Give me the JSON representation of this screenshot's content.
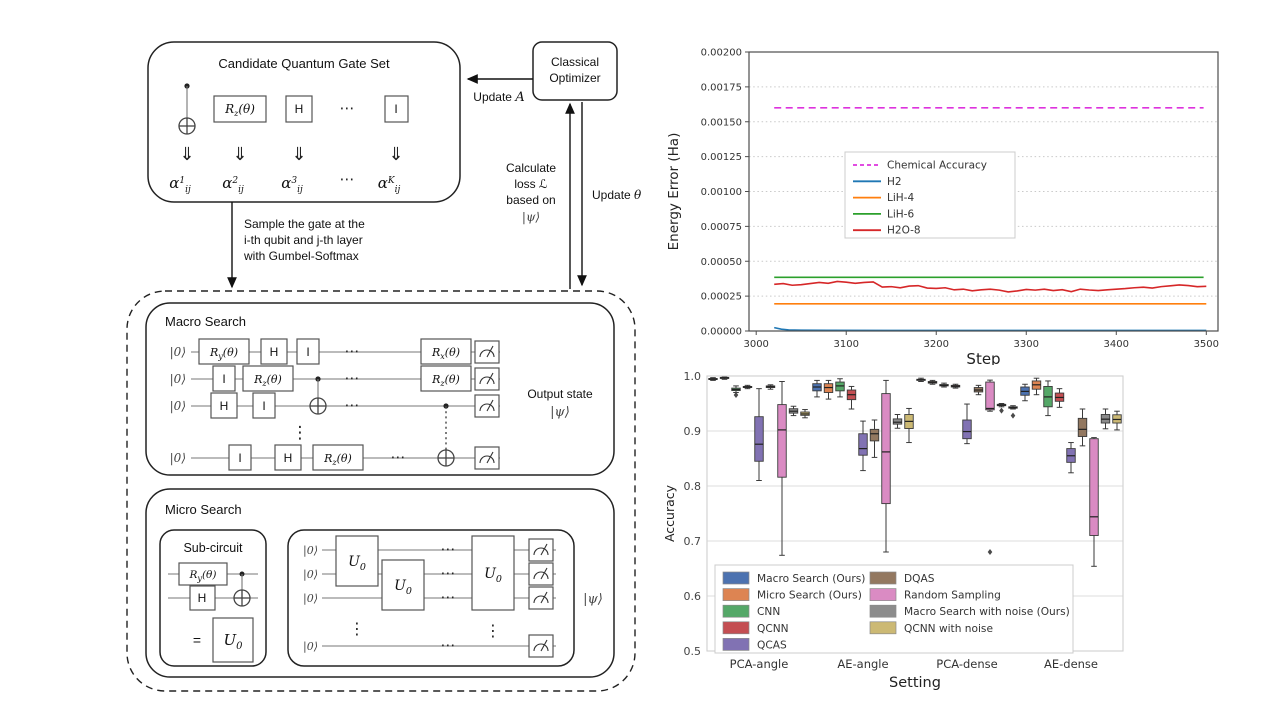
{
  "diagram": {
    "gateset": {
      "title": "Candidate Quantum Gate Set",
      "gate_rz": {
        "main": "R",
        "sub": "z",
        "arg": "(θ)"
      },
      "gate_h": "H",
      "gate_i": "I",
      "down_arrow": "⇓",
      "hdots": "⋯",
      "alpha_base": "α",
      "alphas": [
        {
          "sup": "1",
          "sub": "ij"
        },
        {
          "sup": "2",
          "sub": "ij"
        },
        {
          "sup": "3",
          "sub": "ij"
        },
        {
          "sup": "K",
          "sub": "ij"
        }
      ]
    },
    "optimizer": {
      "line1": "Classical",
      "line2": "Optimizer"
    },
    "arrows": {
      "update_arch_text": "Update",
      "update_arch_symbol": "A",
      "calc_loss_l1": "Calculate",
      "calc_loss_l2a": "loss",
      "calc_loss_l2b": "ℒ",
      "calc_loss_l3": "based on",
      "calc_loss_l4": "|ψ⟩",
      "update_theta_text": "Update",
      "update_theta_symbol": "θ",
      "sample_l1": "Sample the gate at the",
      "sample_l2": "i-th qubit and j-th layer",
      "sample_l3": "with Gumbel-Softmax"
    },
    "macro": {
      "title": "Macro Search",
      "ket0": "|0⟩",
      "gate_ry": {
        "main": "R",
        "sub": "y",
        "arg": "(θ)"
      },
      "gate_rz": {
        "main": "R",
        "sub": "z",
        "arg": "(θ)"
      },
      "gate_rx": {
        "main": "R",
        "sub": "x",
        "arg": "(θ)"
      },
      "gate_h": "H",
      "gate_i": "I",
      "hdots": "⋯",
      "vdots": "⋮",
      "output_l1": "Output state",
      "output_l2": "|ψ⟩"
    },
    "micro": {
      "title": "Micro Search",
      "subcircuit_title": "Sub-circuit",
      "gate_ry": {
        "main": "R",
        "sub": "y",
        "arg": "(θ)"
      },
      "gate_h": "H",
      "equals": "=",
      "u0": {
        "main": "U",
        "sub": "0"
      },
      "ket0": "|0⟩",
      "ketpsi": "|ψ⟩",
      "hdots": "⋯",
      "vdots": "⋮"
    }
  },
  "chart_data": [
    {
      "type": "line",
      "xlabel": "Step",
      "ylabel": "Energy Error (Ha)",
      "xlim": [
        2992,
        3513
      ],
      "ylim": [
        0,
        0.002
      ],
      "xticks": [
        3000,
        3100,
        3200,
        3300,
        3400,
        3500
      ],
      "yticks": [
        0,
        0.00025,
        0.0005,
        0.00075,
        0.001,
        0.00125,
        0.0015,
        0.00175,
        0.002
      ],
      "ytick_decimals": 5,
      "grid": "horizontal-dotted",
      "legend_position": "center-right",
      "series": [
        {
          "name": "Chemical Accuracy",
          "color": "#dd33dd",
          "dash": true,
          "x": [
            3020,
            3497
          ],
          "y": [
            0.0016,
            0.0016
          ]
        },
        {
          "name": "H2",
          "color": "#1f77b4",
          "dash": false,
          "x": [
            3020,
            3028,
            3036,
            3050,
            3080,
            3150,
            3300,
            3500
          ],
          "y": [
            2.4e-05,
            1.3e-05,
            8e-06,
            6e-06,
            5e-06,
            4e-06,
            4e-06,
            4e-06
          ]
        },
        {
          "name": "LiH-4",
          "color": "#ff7f0e",
          "dash": false,
          "x": [
            3020,
            3500
          ],
          "y": [
            0.000195,
            0.000195
          ]
        },
        {
          "name": "LiH-6",
          "color": "#2ca02c",
          "dash": false,
          "x": [
            3020,
            3497
          ],
          "y": [
            0.000385,
            0.000385
          ]
        },
        {
          "name": "H2O-8",
          "color": "#d62728",
          "dash": false,
          "x": [
            3020,
            3030,
            3040,
            3050,
            3060,
            3070,
            3080,
            3090,
            3100,
            3110,
            3120,
            3130,
            3140,
            3150,
            3160,
            3170,
            3180,
            3190,
            3200,
            3210,
            3220,
            3230,
            3240,
            3250,
            3260,
            3270,
            3280,
            3290,
            3300,
            3310,
            3320,
            3330,
            3340,
            3350,
            3360,
            3370,
            3380,
            3390,
            3400,
            3410,
            3420,
            3430,
            3440,
            3450,
            3460,
            3470,
            3480,
            3490,
            3500
          ],
          "y": [
            0.000335,
            0.00034,
            0.000328,
            0.000332,
            0.00034,
            0.000348,
            0.000342,
            0.000355,
            0.00035,
            0.000342,
            0.000348,
            0.000352,
            0.000315,
            0.000318,
            0.00031,
            0.000322,
            0.000325,
            0.000308,
            0.000305,
            0.00031,
            0.000295,
            0.0003,
            0.000288,
            0.000295,
            0.0003,
            0.000293,
            0.00028,
            0.000287,
            0.000298,
            0.000293,
            0.0003,
            0.00029,
            0.000296,
            0.000282,
            0.0003,
            0.000294,
            0.00029,
            0.000295,
            0.0003,
            0.000304,
            0.00031,
            0.000314,
            0.000308,
            0.000318,
            0.000324,
            0.00033,
            0.000326,
            0.000318,
            0.00032
          ]
        }
      ]
    },
    {
      "type": "boxplot",
      "xlabel": "Setting",
      "ylabel": "Accuracy",
      "ylim": [
        0.5,
        1.0
      ],
      "yticks": [
        0.5,
        0.6,
        0.7,
        0.8,
        0.9,
        1.0
      ],
      "ytick_decimals": 1,
      "grid": "horizontal-solid",
      "legend_position": "lower-left",
      "categories": [
        "PCA-angle",
        "AE-angle",
        "PCA-dense",
        "AE-dense"
      ],
      "series": [
        {
          "name": "Macro Search (Ours)",
          "color": "#4c72b0",
          "boxes": [
            [
              0.992,
              0.9935,
              0.9945,
              0.9955,
              0.997
            ],
            [
              0.962,
              0.973,
              0.98,
              0.986,
              0.992
            ],
            [
              0.99,
              0.992,
              0.993,
              0.994,
              0.996
            ],
            [
              0.955,
              0.965,
              0.972,
              0.98,
              0.985
            ]
          ],
          "outliers": [
            [],
            [],
            [],
            []
          ]
        },
        {
          "name": "Micro Search (Ours)",
          "color": "#dd8452",
          "boxes": [
            [
              0.994,
              0.9955,
              0.9965,
              0.9975,
              0.9985
            ],
            [
              0.958,
              0.97,
              0.979,
              0.986,
              0.992
            ],
            [
              0.985,
              0.987,
              0.9885,
              0.99,
              0.992
            ],
            [
              0.966,
              0.976,
              0.984,
              0.991,
              0.996
            ]
          ],
          "outliers": [
            [],
            [],
            [],
            []
          ]
        },
        {
          "name": "CNN",
          "color": "#55a868",
          "boxes": [
            [
              0.97,
              0.9735,
              0.9755,
              0.978,
              0.982
            ],
            [
              0.962,
              0.973,
              0.982,
              0.989,
              0.995
            ],
            [
              0.98,
              0.982,
              0.983,
              0.9845,
              0.987
            ],
            [
              0.928,
              0.944,
              0.962,
              0.981,
              0.991
            ]
          ],
          "outliers": [
            [
              0.9655
            ],
            [],
            [],
            []
          ]
        },
        {
          "name": "QCNN",
          "color": "#c44e52",
          "boxes": [
            [
              0.977,
              0.979,
              0.98,
              0.981,
              0.983
            ],
            [
              0.94,
              0.957,
              0.966,
              0.9745,
              0.981
            ],
            [
              0.978,
              0.98,
              0.9815,
              0.983,
              0.985
            ],
            [
              0.943,
              0.954,
              0.961,
              0.969,
              0.977
            ]
          ],
          "outliers": [
            [],
            [],
            [],
            []
          ]
        },
        {
          "name": "QCAS",
          "color": "#8172b3",
          "boxes": [
            [
              0.81,
              0.845,
              0.876,
              0.926,
              0.977
            ],
            [
              0.828,
              0.856,
              0.868,
              0.895,
              0.918
            ],
            [
              0.877,
              0.886,
              0.899,
              0.92,
              0.949
            ],
            [
              0.824,
              0.843,
              0.855,
              0.868,
              0.879
            ]
          ],
          "outliers": [
            [],
            [],
            [],
            []
          ]
        },
        {
          "name": "DQAS",
          "color": "#937860",
          "boxes": [
            [
              0.976,
              0.979,
              0.9805,
              0.982,
              0.984
            ],
            [
              0.852,
              0.882,
              0.895,
              0.903,
              0.92
            ],
            [
              0.966,
              0.971,
              0.9745,
              0.979,
              0.983
            ],
            [
              0.873,
              0.89,
              0.903,
              0.923,
              0.94
            ]
          ],
          "outliers": [
            [],
            [],
            [],
            []
          ]
        },
        {
          "name": "Random Sampling",
          "color": "#da8bc3",
          "boxes": [
            [
              0.674,
              0.816,
              0.902,
              0.948,
              0.99
            ],
            [
              0.68,
              0.768,
              0.862,
              0.968,
              0.992
            ],
            [
              0.936,
              0.9385,
              0.941,
              0.989,
              0.9925
            ],
            [
              0.654,
              0.71,
              0.744,
              0.886,
              0.888
            ]
          ],
          "outliers": [
            [],
            [],
            [
              0.68
            ],
            []
          ]
        },
        {
          "name": "Macro Search with noise (Ours)",
          "color": "#8c8c8c",
          "boxes": [
            [
              0.928,
              0.9325,
              0.936,
              0.9405,
              0.945
            ],
            [
              0.905,
              0.9125,
              0.916,
              0.922,
              0.93
            ],
            [
              0.944,
              0.946,
              0.947,
              0.9485,
              0.95
            ],
            [
              0.904,
              0.9145,
              0.9215,
              0.93,
              0.94
            ]
          ],
          "outliers": [
            [],
            [],
            [
              0.937
            ],
            []
          ]
        },
        {
          "name": "QCNN with noise",
          "color": "#ccb974",
          "boxes": [
            [
              0.924,
              0.9285,
              0.931,
              0.9345,
              0.939
            ],
            [
              0.879,
              0.9045,
              0.9175,
              0.93,
              0.941
            ],
            [
              0.94,
              0.9415,
              0.9425,
              0.944,
              0.946
            ],
            [
              0.902,
              0.9145,
              0.921,
              0.9295,
              0.936
            ]
          ],
          "outliers": [
            [],
            [],
            [
              0.928
            ],
            []
          ]
        }
      ]
    }
  ]
}
